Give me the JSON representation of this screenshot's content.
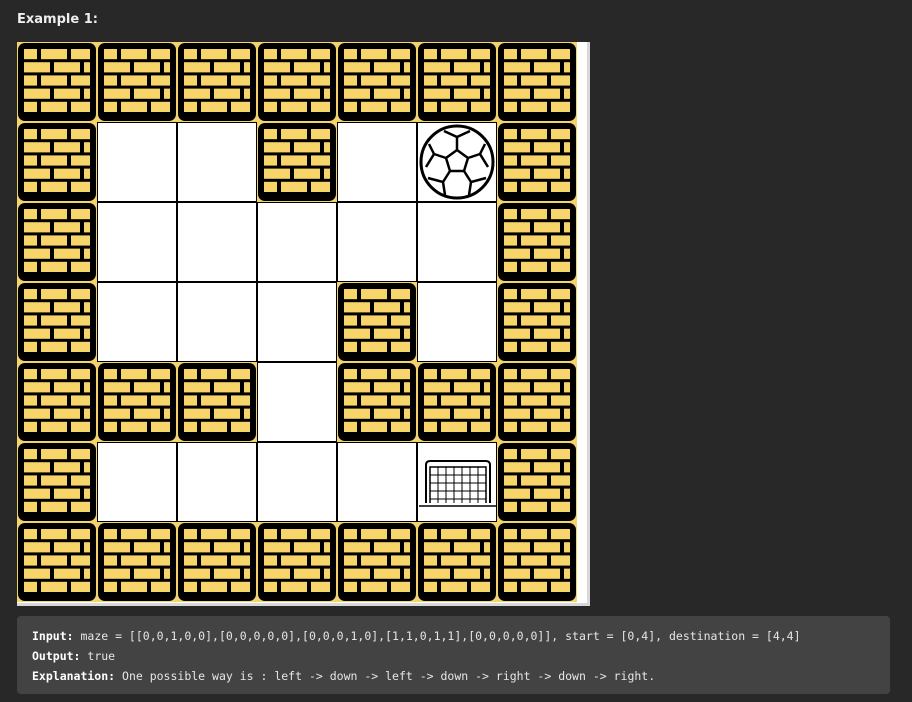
{
  "example_title": "Example 1:",
  "maze": {
    "rows": [
      [
        1,
        1,
        1,
        1,
        1,
        1,
        1
      ],
      [
        1,
        0,
        0,
        1,
        0,
        "ball",
        1
      ],
      [
        1,
        0,
        0,
        0,
        0,
        0,
        1
      ],
      [
        1,
        0,
        0,
        0,
        1,
        0,
        1
      ],
      [
        1,
        1,
        1,
        0,
        1,
        1,
        1
      ],
      [
        1,
        0,
        0,
        0,
        0,
        "goal",
        1
      ],
      [
        1,
        1,
        1,
        1,
        1,
        1,
        1
      ]
    ],
    "wall_icon": "brick-wall-icon",
    "start_icon": "soccer-ball-icon",
    "destination_icon": "soccer-goal-icon",
    "colors": {
      "brick": "#f7d56b",
      "mortar": "#000000",
      "cell_bg": "#ffffff",
      "grid_line": "#000000"
    }
  },
  "io": {
    "input_label": "Input:",
    "input_value": " maze = [[0,0,1,0,0],[0,0,0,0,0],[0,0,0,1,0],[1,1,0,1,1],[0,0,0,0,0]], start = [0,4], destination = [4,4]",
    "output_label": "Output:",
    "output_value": " true",
    "explanation_label": "Explanation:",
    "explanation_value": " One possible way is : left -> down -> left -> down -> right -> down -> right."
  }
}
